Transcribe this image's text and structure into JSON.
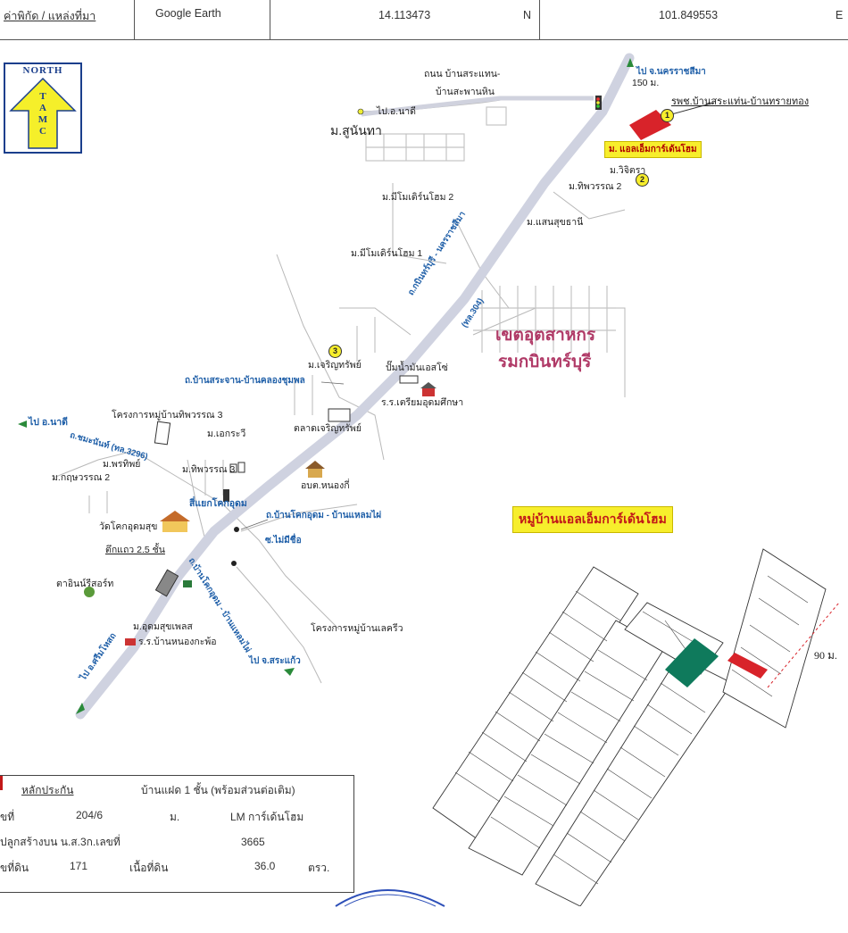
{
  "header": {
    "coord_label": "ค่าพิกัด / แหล่งที่มา",
    "source": "Google Earth",
    "latitude": "14.113473",
    "lat_dir": "N",
    "longitude": "101.849553",
    "lon_dir": "E"
  },
  "north_arrow": {
    "label": "NORTH",
    "letters": [
      "T",
      "A",
      "M",
      "C"
    ]
  },
  "labels": {
    "to_nakhon_ratchasima": "ไป จ.นครราชสีมา",
    "dist_150": "150 ม.",
    "hospital": "รพช.บ้านสระแท่น-บ้านทรายทอง",
    "road_north_1": "ถนน บ้านสระแทน-",
    "road_north_2": "บ้านสะพานหิน",
    "to_na_di_top": "ไป.อ.นาดี",
    "village_sununtha": "ม.สูนันทา",
    "project_box": "ม. แอลเอ็มการ์เด้นโฮม",
    "village_wijittra": "ม.วิจิตรา",
    "village_thipwan2": "ม.ทิพวรรณ 2",
    "village_saensuk": "ม.แสนสุขธานี",
    "village_modern2": "ม.มีโมเดิร์นโฮม 2",
    "village_modern1": "ม.มีโมเดิร์นโฮม 1",
    "highway_name": "ถ.กบินทร์บุรี - นครราชสีมา",
    "highway_no": "(ทล.304)",
    "zone_1": "เขตอุตสาหกร",
    "zone_2": "รมกบินทร์บุรี",
    "village_charoensap": "ม.เจริญทรัพย์",
    "gas_station": "ปั๊มน้ำมันเอสโซ่",
    "road_sakachan": "ถ.บ้านสระจาน-บ้านคลองชุมพล",
    "school": "ร.ร.เตรียมอุดมศึกษา",
    "market": "ตลาดเจริญทรัพย์",
    "project_thipwan3": "โครงการหมู่บ้านทิพวรรณ 3",
    "to_na_di_left": "ไป อ.นาดี",
    "road_chomanan": "ถ.ชมะนันท์ (ทล.3296)",
    "village_ekkarawee": "ม.เอกระวี",
    "village_porntip": "ม.พรทิพย์",
    "village_kunwan2": "ม.กฤษวรรณ 2",
    "village_thipwan3": "ม.ทิพวรรณ 3",
    "obt_nongki": "อบต.หนองกี่",
    "junction": "สี่แยกโคกอุดม",
    "temple": "วัดโคกอุดมสุข",
    "road_kokudom": "ถ.บ้านโคกอุดม - บ้านแหลมไผ่",
    "shophouse": "ตึกแถว 2.5 ชั้น",
    "road_unnamed": "ซ.ไม่มีชื่อ",
    "road_kokudom_vert": "ถ.บ้านโคกอุดม - บ้านแหลมไผ่",
    "resort": "ตาอินน์รีสอร์ท",
    "village_udomsuk": "ม.อุดมสุขเพลส",
    "school_nongkapo": "ร.ร.บ้านหนองกะพ้อ",
    "project_lacreve": "โครงการหมู่บ้านเลครีว",
    "to_sri_mahosot": "ไป อ.ศรีมโหสถ",
    "to_sakaeo": "ไป จ.สระแก้ว",
    "plan_title": "หมู่บ้านแอลเอ็มการ์เด้นโฮม",
    "plan_dist": "90 ม."
  },
  "markers": [
    "1",
    "2",
    "3"
  ],
  "collateral": {
    "title": "หลักประกัน",
    "desc": "บ้านแฝด 1 ชั้น (พร้อมส่วนต่อเติม)",
    "r1_label": "ขที่",
    "r1_value": "204/6",
    "r1_mid": "ม.",
    "r1_name": "LM การ์เด้นโฮม",
    "r2_label": "ปลูกสร้างบน น.ส.3ก.เลขที่",
    "r2_value": "3665",
    "r3_label": "ขที่ดิน",
    "r3_value": "171",
    "r3_mid": "เนื้อที่ดิน",
    "r3_area": "36.0",
    "r3_unit": "ตรว."
  },
  "colors": {
    "road": "#cfd2e0",
    "plot_green": "#0f7a5c",
    "plot_red": "#d8232a",
    "label_blue": "#1f5fa8",
    "zone_text": "#b03a67"
  }
}
